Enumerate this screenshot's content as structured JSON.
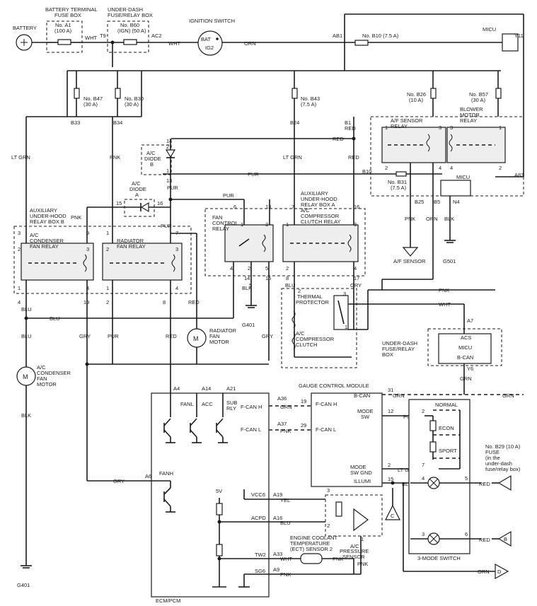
{
  "labels": {
    "battery": "BATTERY",
    "batt_fuse_box_1": "BATTERY TERMINAL",
    "batt_fuse_box_2": "FUSE BOX",
    "fuse_a1_1": "No. A1",
    "fuse_a1_2": "(100 A)",
    "underdash_box_1": "UNDER-DASH",
    "underdash_box_2": "FUSE/RELAY BOX",
    "fuse_b60_1": "No. B60",
    "fuse_b60_2": "(IGN) (50 A)",
    "ign_switch": "IGNITION SWITCH",
    "bat": "BAT",
    "ig2": "IG2",
    "micu": "MICU",
    "fuse_b10": "No. B10 (7.5 A)",
    "fuse_b47_1": "No. B47",
    "fuse_b47_2": "(30 A)",
    "fuse_b30_1": "No. B30",
    "fuse_b30_2": "(30 A)",
    "fuse_b43_1": "No. B43",
    "fuse_b43_2": "(7.5 A)",
    "fuse_b26_1": "No. B26",
    "fuse_b26_2": "(10 A)",
    "fuse_b57_1": "No. B57",
    "fuse_b57_2": "(30 A)",
    "af_relay_1": "A/F SENSOR",
    "af_relay_2": "RELAY",
    "blower_relay_1": "BLOWER",
    "blower_relay_2": "MOTOR",
    "blower_relay_3": "RELAY",
    "fuse_b31_1": "No. B31",
    "fuse_b31_2": "(7.5 A)",
    "diode_b_1": "A/C",
    "diode_b_2": "DIODE",
    "diode_b_3": "B",
    "diode_a_1": "A/C",
    "diode_a_2": "DIODE",
    "diode_a_3": "A",
    "aux_box_a_1": "AUXILIARY",
    "aux_box_a_2": "UNDER-HOOD",
    "aux_box_a_3": "RELAY BOX A",
    "aux_box_b_1": "AUXILIARY",
    "aux_box_b_2": "UNDER-HOOD",
    "aux_box_b_3": "RELAY BOX B",
    "fan_ctrl_1": "FAN",
    "fan_ctrl_2": "CONTROL",
    "fan_ctrl_3": "RELAY",
    "ac_clutch_relay_1": "A/C",
    "ac_clutch_relay_2": "COMPRESSOR",
    "ac_clutch_relay_3": "CLUTCH RELAY",
    "cond_relay_1": "A/C",
    "cond_relay_2": "CONDENSER",
    "cond_relay_3": "FAN RELAY",
    "rad_relay_1": "RADIATOR",
    "rad_relay_2": "FAN RELAY",
    "af_sensor": "A/F SENSOR",
    "thermal_1": "THERMAL",
    "thermal_2": "PROTECTOR",
    "clutch_1": "A/C",
    "clutch_2": "COMPRESSOR",
    "clutch_3": "CLUTCH",
    "rad_motor_1": "RADIATOR",
    "rad_motor_2": "FAN",
    "rad_motor_3": "MOTOR",
    "cond_motor_1": "A/C",
    "cond_motor_2": "CONDENSER",
    "cond_motor_3": "FAN",
    "cond_motor_4": "MOTOR",
    "g401": "G401",
    "g501": "G501",
    "underdash_box2_1": "UNDER-DASH",
    "underdash_box2_2": "FUSE/RELAY",
    "underdash_box2_3": "BOX",
    "acs": "ACS",
    "bcan_micu": "B-CAN",
    "gcm": "GAUGE CONTROL MODULE",
    "bcan": "B-CAN",
    "fcanh": "F-CAN H",
    "fcanl": "F-CAN L",
    "mode_sw_1": "MODE",
    "mode_sw_2": "SW",
    "mode_gnd_1": "MODE",
    "mode_gnd_2": "SW GND",
    "illumi": "ILLUMI",
    "normal": "NORMAL",
    "econ": "ECON",
    "sport": "SPORT",
    "three_mode": "3-MODE SWITCH",
    "fuse_b29_1": "No. B29 (10 A)",
    "fuse_b29_2": "FUSE",
    "fuse_b29_3": "(in the",
    "fuse_b29_4": "under-dash",
    "fuse_b29_5": "fuse/relay box)",
    "fanl": "FANL",
    "acc": "ACC",
    "sub_1": "SUB",
    "sub_2": "RLY",
    "fanh": "FANH",
    "fcanh_ecm": "F-CAN H",
    "fcanl_ecm": "F-CAN L",
    "five_v": "5V",
    "vcc6": "VCC6",
    "acpd": "ACPD",
    "tw2": "TW2",
    "sg6": "SG6",
    "ecm": "ECM/PCM",
    "ect_1": "ENGINE COOLANT",
    "ect_2": "TEMPERATURE",
    "ect_3": "(ECT) SENSOR 2",
    "press_1": "A/C",
    "press_2": "PRESSURE",
    "press_3": "SENSOR",
    "conn_c": "C",
    "conn_b": "B",
    "conn_d": "D",
    "conn_b_arrow": "B"
  },
  "wires": {
    "wht": "WHT",
    "orn": "ORN",
    "ltgrn": "LT GRN",
    "pnk": "PNK",
    "red": "RED",
    "pur": "PUR",
    "blu": "BLU",
    "gry": "GRY",
    "blk": "BLK",
    "grn": "GRN",
    "yel": "YEL"
  },
  "pins": {
    "t9": "T9",
    "ac2": "AC2",
    "ab1": "AB1",
    "y11": "Y11",
    "b33": "B33",
    "b34": "B34",
    "b24": "B24",
    "b1": "B1",
    "b10": "B10",
    "a83": "A83",
    "b25": "B25",
    "b5": "B5",
    "n4": "N4",
    "a7": "A7",
    "y6": "Y6",
    "a4": "A4",
    "a14": "A14",
    "a21": "A21",
    "a36": "A36",
    "a37": "A37",
    "a6": "A6",
    "a19": "A19",
    "a16": "A16",
    "a33": "A33",
    "a9": "A9",
    "n1": "1",
    "n2": "2",
    "n3": "3",
    "n4n": "4",
    "n5": "5",
    "n6": "6",
    "n7": "7",
    "n8": "8",
    "n9": "9",
    "n12": "12",
    "n13": "13",
    "n14": "14",
    "n15": "15",
    "n16": "16",
    "n17": "17",
    "n19": "19",
    "n29": "29",
    "n31": "31"
  }
}
